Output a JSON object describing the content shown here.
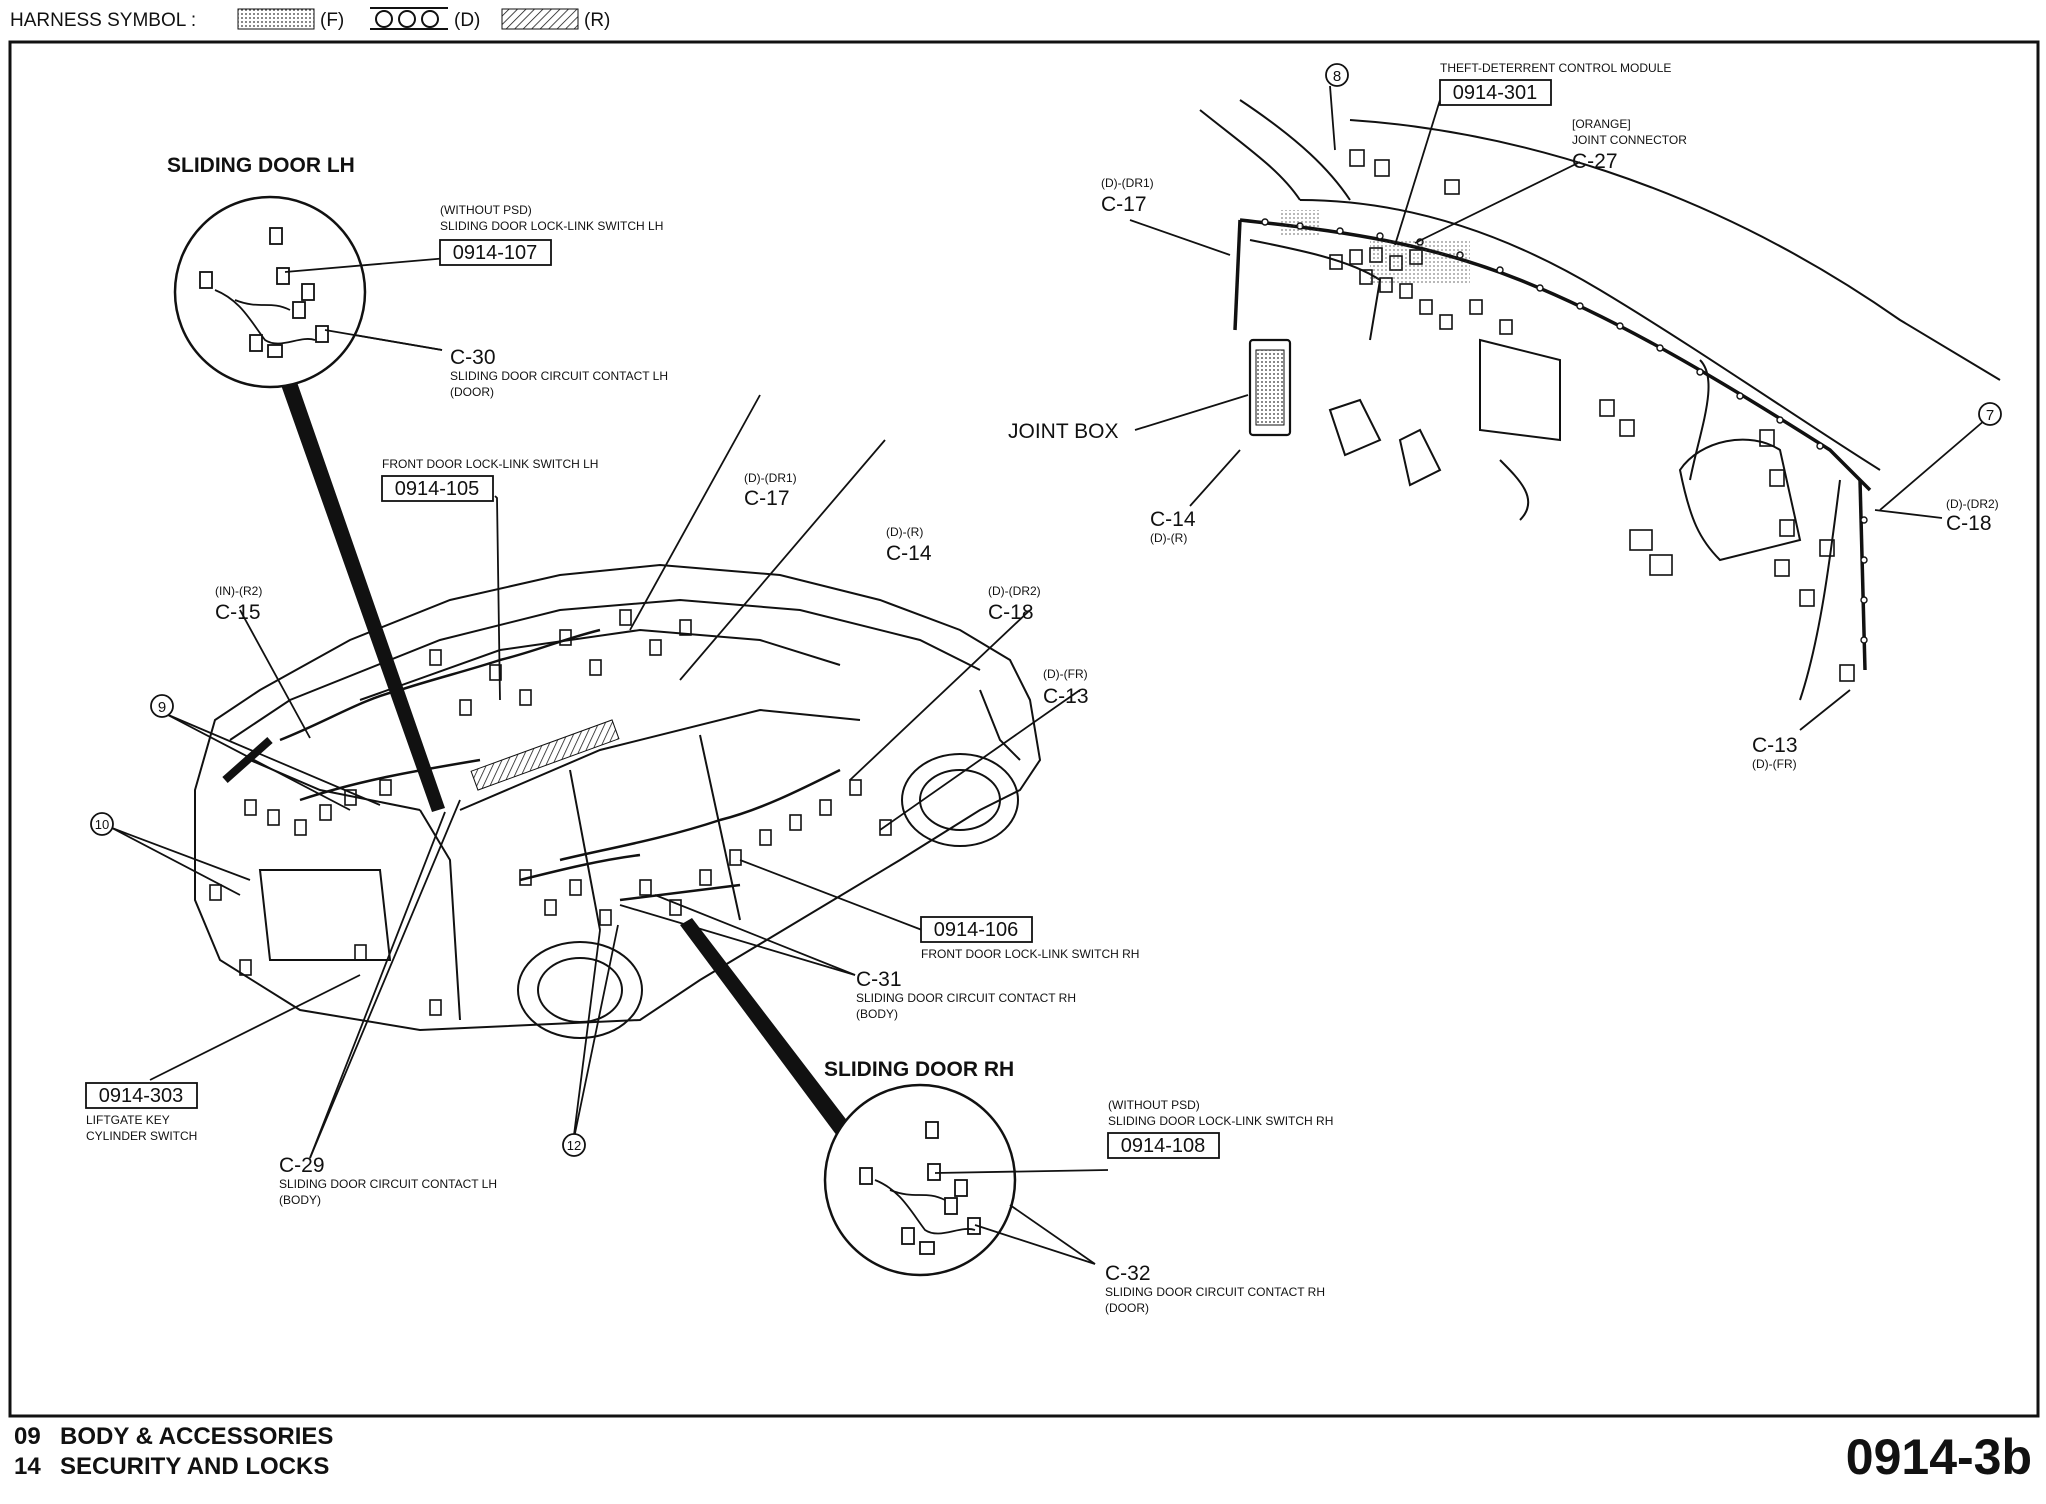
{
  "legend": {
    "title": "HARNESS SYMBOL :",
    "f": "(F)",
    "d": "(D)",
    "r": "(R)"
  },
  "footer": {
    "section_num": "09",
    "section_name": "BODY & ACCESSORIES",
    "subsection_num": "14",
    "subsection_name": "SECURITY AND LOCKS",
    "page_id": "0914-3b"
  },
  "headings": {
    "sliding_lh": "SLIDING DOOR LH",
    "sliding_rh": "SLIDING DOOR RH",
    "joint_box": "JOINT BOX"
  },
  "circles": {
    "c7": "7",
    "c8": "8",
    "c9": "9",
    "c10": "10",
    "c12": "12"
  },
  "components": {
    "lh_switch": {
      "note": "(WITHOUT PSD)",
      "desc": "SLIDING DOOR LOCK-LINK SWITCH LH",
      "code": "0914-107"
    },
    "c30": {
      "id": "C-30",
      "desc": "SLIDING DOOR CIRCUIT CONTACT LH",
      "sub": "(DOOR)"
    },
    "front_lh": {
      "desc": "FRONT DOOR LOCK-LINK SWITCH LH",
      "code": "0914-105"
    },
    "c17_body": {
      "sub": "(D)-(DR1)",
      "id": "C-17"
    },
    "c14_body": {
      "sub": "(D)-(R)",
      "id": "C-14"
    },
    "c15": {
      "sub": "(IN)-(R2)",
      "id": "C-15"
    },
    "c18_body": {
      "sub": "(D)-(DR2)",
      "id": "C-18"
    },
    "c13_body": {
      "sub": "(D)-(FR)",
      "id": "C-13"
    },
    "front_rh": {
      "code": "0914-106",
      "desc": "FRONT DOOR LOCK-LINK SWITCH RH"
    },
    "c31": {
      "id": "C-31",
      "desc": "SLIDING DOOR CIRCUIT CONTACT RH",
      "sub": "(BODY)"
    },
    "liftgate": {
      "code": "0914-303",
      "desc1": "LIFTGATE KEY",
      "desc2": "CYLINDER SWITCH"
    },
    "c29": {
      "id": "C-29",
      "desc": "SLIDING DOOR CIRCUIT CONTACT LH",
      "sub": "(BODY)"
    },
    "rh_switch": {
      "note": "(WITHOUT PSD)",
      "desc": "SLIDING DOOR LOCK-LINK SWITCH RH",
      "code": "0914-108"
    },
    "c32": {
      "id": "C-32",
      "desc": "SLIDING DOOR CIRCUIT CONTACT RH",
      "sub": "(DOOR)"
    },
    "theft": {
      "desc": "THEFT-DETERRENT CONTROL MODULE",
      "code": "0914-301"
    },
    "c27": {
      "note": "[ORANGE]",
      "desc": "JOINT CONNECTOR",
      "id": "C-27"
    },
    "c17_dash": {
      "sub": "(D)-(DR1)",
      "id": "C-17"
    },
    "c14_dash": {
      "id": "C-14",
      "sub": "(D)-(R)"
    },
    "c18_dash": {
      "sub": "(D)-(DR2)",
      "id": "C-18"
    },
    "c13_dash": {
      "id": "C-13",
      "sub": "(D)-(FR)"
    }
  }
}
